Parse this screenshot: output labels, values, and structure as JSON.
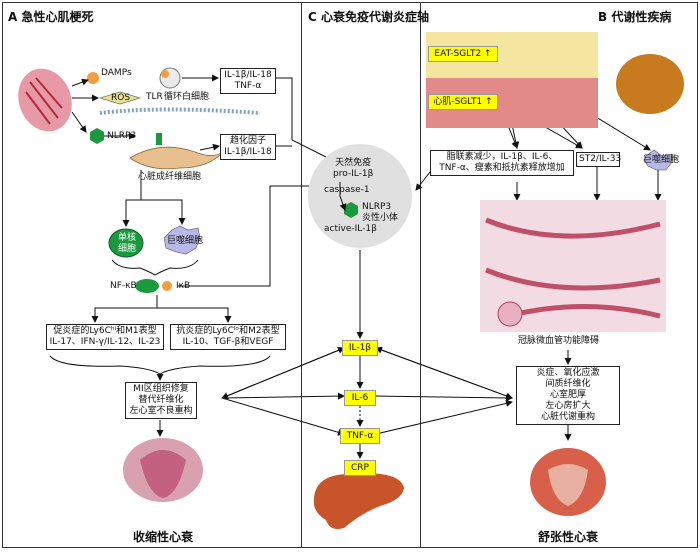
{
  "panels": {
    "a_title": "A 急性心肌梗死",
    "c_title": "C 心衰免疫代谢炎症轴",
    "b_title": "B 代谢性疾病"
  },
  "panel_a": {
    "damps": "DAMPs",
    "ros": "ROS",
    "tlr": "TLR",
    "circ_wbc": "循环白细胞",
    "il_tnf": "IL-1β/IL-18\nTNF-α",
    "nlrp3": "NLRP3",
    "fibro": "心脏成纤维细胞",
    "chemokine": "趋化因子\nIL-1β/IL-18",
    "mono": "单核\n细胞",
    "macro": "巨噬细胞",
    "nfkb": "NF-κB",
    "ikb": "IκB",
    "pro_inflam": "促炎症的Ly6Cʰⁱ和M1表型\nIL-17、IFN-γ/IL-12、IL-23",
    "anti_inflam": "抗炎症的Ly6Cˡᵒ和M2表型\nIL-10、TGF-β和VEGF",
    "mi_repair": "MI区组织修复\n替代纤维化\n左心室不良重构",
    "bottom": "收缩性心衰"
  },
  "panel_c": {
    "innate": "天然免疫\npro-IL-1β",
    "caspase": "caspase-1",
    "nlrp3_body": "NLRP3\n炎性小体",
    "active": "active-IL-1β",
    "il1b": "IL-1β",
    "il6": "IL-6",
    "tnfa": "TNF-α",
    "crp": "CRP"
  },
  "panel_b": {
    "eat": "EAT-SGLT2 ↑",
    "heart_sglt": "心肌-SGLT1 ↑",
    "adipo": "脂联素减少，IL-1β、IL-6、\nTNF-α、瘦素和抵抗素释放增加",
    "st2": "ST2/IL-33",
    "macro": "巨噬细胞",
    "micro": "冠脉微血管功能障碍",
    "effects": "炎症、氧化应激\n间质纤维化\n心室肥厚\n左心房扩大\n心脏代谢重构",
    "bottom": "舒张性心衰"
  },
  "colors": {
    "green": "#1a9a3c",
    "orange": "#f0a040",
    "yellow": "#ffff00",
    "ros_fill": "#e8e090",
    "grey_circle": "#e0e0e0",
    "macro_fill": "#b8b8e8",
    "liver": "#c8552a"
  }
}
